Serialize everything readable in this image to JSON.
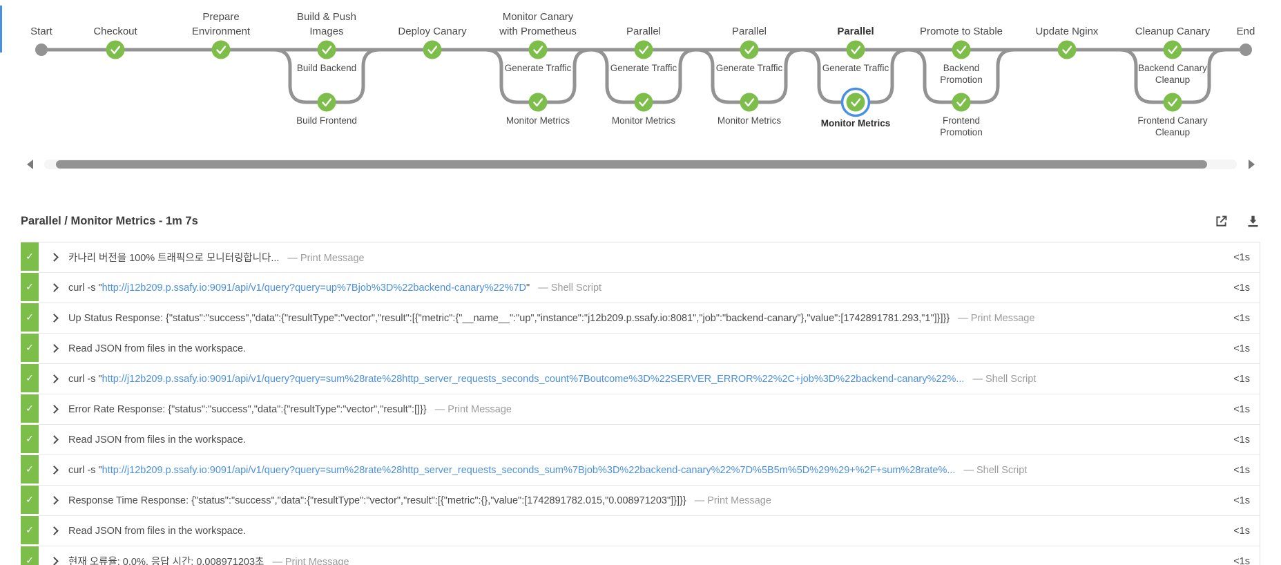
{
  "colors": {
    "success_green": "#7dbe4a",
    "selected_blue": "#4a90e2",
    "line_gray": "#949393",
    "link_blue": "#4a90e2"
  },
  "pipeline": {
    "status": "success",
    "stages": [
      {
        "name": "Start",
        "kind": "terminal"
      },
      {
        "name": "Checkout",
        "kind": "stage"
      },
      {
        "name": "Prepare Environment",
        "kind": "stage"
      },
      {
        "name": "Build & Push Images",
        "kind": "parallel",
        "branches": [
          "Build Backend",
          "Build Frontend"
        ]
      },
      {
        "name": "Deploy Canary",
        "kind": "stage"
      },
      {
        "name": "Monitor Canary with Prometheus",
        "kind": "parallel",
        "branches": [
          "Generate Traffic",
          "Monitor Metrics"
        ]
      },
      {
        "name": "Parallel",
        "kind": "parallel",
        "branches": [
          "Generate Traffic",
          "Monitor Metrics"
        ]
      },
      {
        "name": "Parallel",
        "kind": "parallel",
        "branches": [
          "Generate Traffic",
          "Monitor Metrics"
        ]
      },
      {
        "name": "Parallel",
        "kind": "parallel",
        "branches": [
          "Generate Traffic",
          "Monitor Metrics"
        ],
        "selected": true,
        "selected_branch": 1
      },
      {
        "name": "Promote to Stable",
        "kind": "parallel",
        "branches": [
          "Backend Promotion",
          "Frontend Promotion"
        ]
      },
      {
        "name": "Update Nginx",
        "kind": "stage"
      },
      {
        "name": "Cleanup Canary",
        "kind": "parallel",
        "branches": [
          "Backend Canary Cleanup",
          "Frontend Canary Cleanup"
        ]
      },
      {
        "name": "End",
        "kind": "terminal"
      }
    ]
  },
  "log": {
    "title": "Parallel / Monitor Metrics - 1m 7s",
    "rows": [
      {
        "text": "카나리 버전을 100% 트래픽으로 모니터링합니다...",
        "type_label": "— Print Message",
        "duration": "<1s"
      },
      {
        "prefix": "curl -s \"",
        "link": "http://j12b209.p.ssafy.io:9091/api/v1/query?query=up%7Bjob%3D%22backend-canary%22%7D",
        "suffix": "\"",
        "type_label": "— Shell Script",
        "duration": "<1s"
      },
      {
        "text": "Up Status Response: {\"status\":\"success\",\"data\":{\"resultType\":\"vector\",\"result\":[{\"metric\":{\"__name__\":\"up\",\"instance\":\"j12b209.p.ssafy.io:8081\",\"job\":\"backend-canary\"},\"value\":[1742891781.293,\"1\"]}]}}",
        "type_label": "— Print Message",
        "duration": "<1s"
      },
      {
        "text": "Read JSON from files in the workspace.",
        "type_label": "",
        "duration": "<1s"
      },
      {
        "prefix": "curl -s \"",
        "link": "http://j12b209.p.ssafy.io:9091/api/v1/query?query=sum%28rate%28http_server_requests_seconds_count%7Boutcome%3D%22SERVER_ERROR%22%2C+job%3D%22backend-canary%22%...",
        "suffix": "",
        "type_label": "— Shell Script",
        "duration": "<1s"
      },
      {
        "text": "Error Rate Response: {\"status\":\"success\",\"data\":{\"resultType\":\"vector\",\"result\":[]}}",
        "type_label": "— Print Message",
        "duration": "<1s"
      },
      {
        "text": "Read JSON from files in the workspace.",
        "type_label": "",
        "duration": "<1s"
      },
      {
        "prefix": "curl -s \"",
        "link": "http://j12b209.p.ssafy.io:9091/api/v1/query?query=sum%28rate%28http_server_requests_seconds_sum%7Bjob%3D%22backend-canary%22%7D%5B5m%5D%29%29+%2F+sum%28rate%...",
        "suffix": "",
        "type_label": "— Shell Script",
        "duration": "<1s"
      },
      {
        "text": "Response Time Response: {\"status\":\"success\",\"data\":{\"resultType\":\"vector\",\"result\":[{\"metric\":{},\"value\":[1742891782.015,\"0.008971203\"]}]}}",
        "type_label": "— Print Message",
        "duration": "<1s"
      },
      {
        "text": "Read JSON from files in the workspace.",
        "type_label": "",
        "duration": "<1s"
      },
      {
        "text": "현재 오류율: 0.0%, 응답 시간: 0.008971203초",
        "type_label": "— Print Message",
        "duration": "<1s"
      }
    ]
  }
}
